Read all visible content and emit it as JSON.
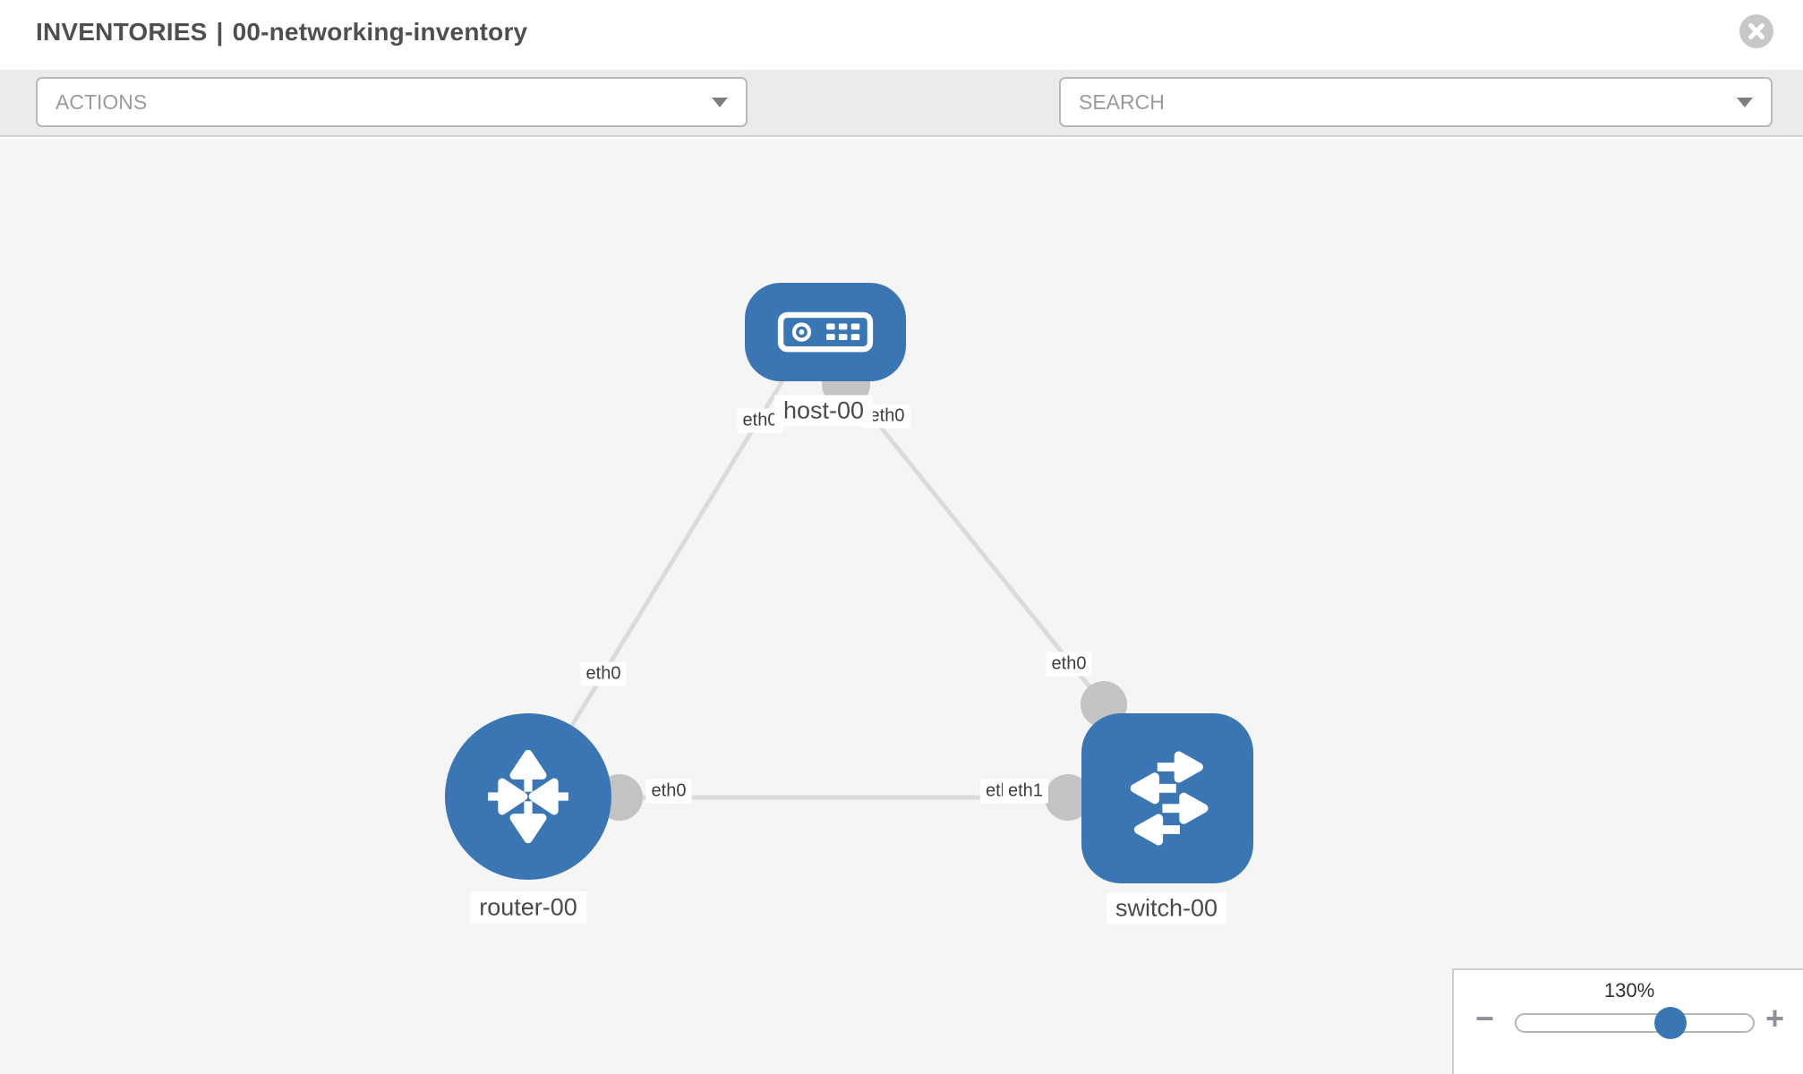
{
  "header": {
    "title_primary": "INVENTORIES",
    "title_separator": "|",
    "title_secondary": "00-networking-inventory"
  },
  "toolbar": {
    "actions_label": "ACTIONS",
    "search_label": "SEARCH",
    "icons": [
      "wrench-icon",
      "key-icon"
    ]
  },
  "topology": {
    "nodes": [
      {
        "id": "host-00",
        "type": "host",
        "label": "host-00"
      },
      {
        "id": "router-00",
        "type": "router",
        "label": "router-00"
      },
      {
        "id": "switch-00",
        "type": "switch",
        "label": "switch-00"
      }
    ],
    "links": [
      {
        "source": "host-00",
        "target": "router-00"
      },
      {
        "source": "host-00",
        "target": "switch-00"
      },
      {
        "source": "router-00",
        "target": "switch-00"
      }
    ],
    "if_labels": [
      {
        "text": "eth0",
        "near": "host-00",
        "link": "host-router"
      },
      {
        "text": "eth0",
        "near": "host-00",
        "link": "host-switch"
      },
      {
        "text": "eth0",
        "near": "router-00",
        "link": "host-router"
      },
      {
        "text": "eth0",
        "near": "router-00",
        "link": "router-switch"
      },
      {
        "text": "eth0",
        "near": "switch-00",
        "link": "host-switch"
      },
      {
        "text": "eth0",
        "near": "switch-00",
        "link": "router-switch"
      },
      {
        "text": "eth1",
        "near": "switch-00",
        "link": "router-switch"
      }
    ]
  },
  "zoom_control": {
    "level": "130%",
    "minus_label": "−",
    "plus_label": "+"
  },
  "colors": {
    "node_blue": "#3b76b4",
    "link_gray": "#dbdbdb",
    "port_gray": "#c3c3c3",
    "canvas_bg": "#f5f5f5",
    "toolbar_bg": "#ebebeb"
  }
}
